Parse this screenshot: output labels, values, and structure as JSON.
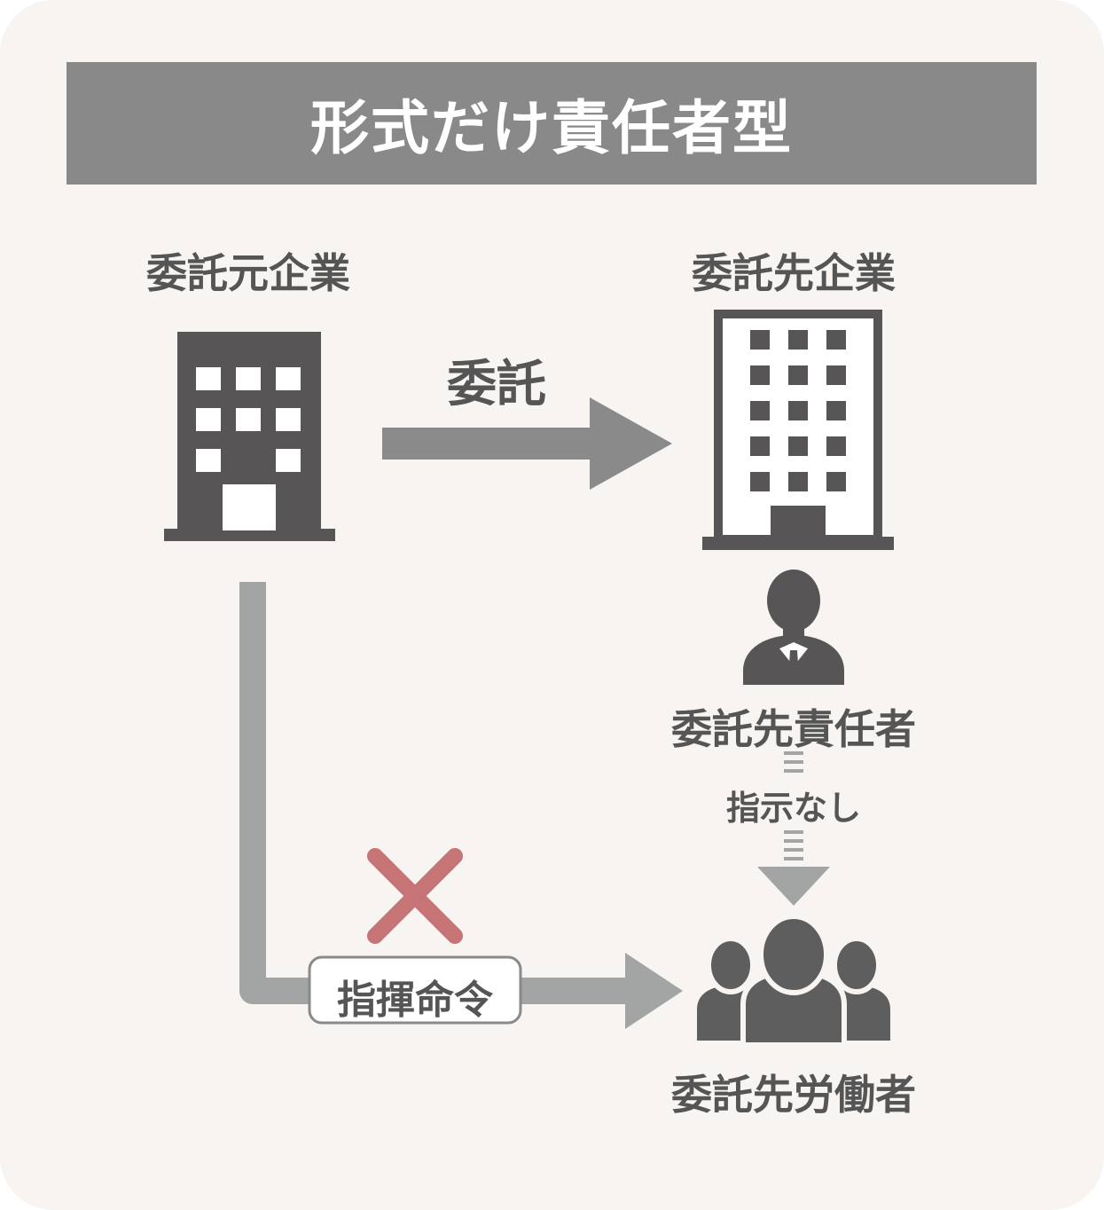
{
  "title": "形式だけ責任者型",
  "entities": {
    "client_company": "委託元企業",
    "contractor_company": "委託先企業",
    "contractor_manager": "委託先責任者",
    "contractor_workers": "委託先労働者"
  },
  "relations": {
    "delegation": "委託",
    "no_instruction": "指示なし",
    "command": "指揮命令"
  },
  "colors": {
    "building": "#575556",
    "arrow": "#8a8a8a",
    "command_line": "#a3a4a4",
    "cross": "#c67475",
    "label_text": "#555555",
    "title_bg": "#898989",
    "background": "#f7f4f1"
  },
  "icons": [
    "office-building-icon",
    "tall-building-icon",
    "businessman-icon",
    "workers-group-icon",
    "cross-mark-icon"
  ]
}
